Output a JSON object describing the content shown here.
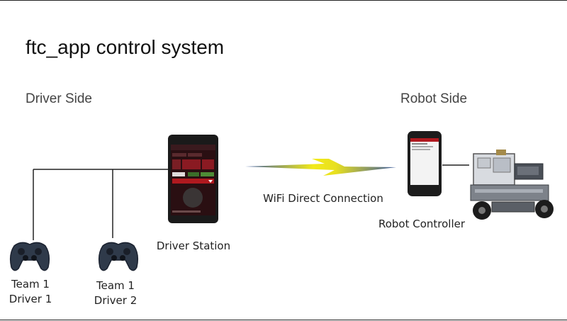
{
  "slide": {
    "title": "ftc_app control system",
    "driver_side_label": "Driver Side",
    "robot_side_label": "Robot Side",
    "team1_driver1": {
      "line1": "Team 1",
      "line2": "Driver 1"
    },
    "team1_driver2": {
      "line1": "Team 1",
      "line2": "Driver 2"
    },
    "driver_station_label": "Driver Station",
    "wifi_label": "WiFi Direct Connection",
    "robot_controller_label": "Robot Controller"
  },
  "icons": [
    "gamepad-icon",
    "phone-icon",
    "lightning-bolt-icon",
    "robot-image"
  ]
}
